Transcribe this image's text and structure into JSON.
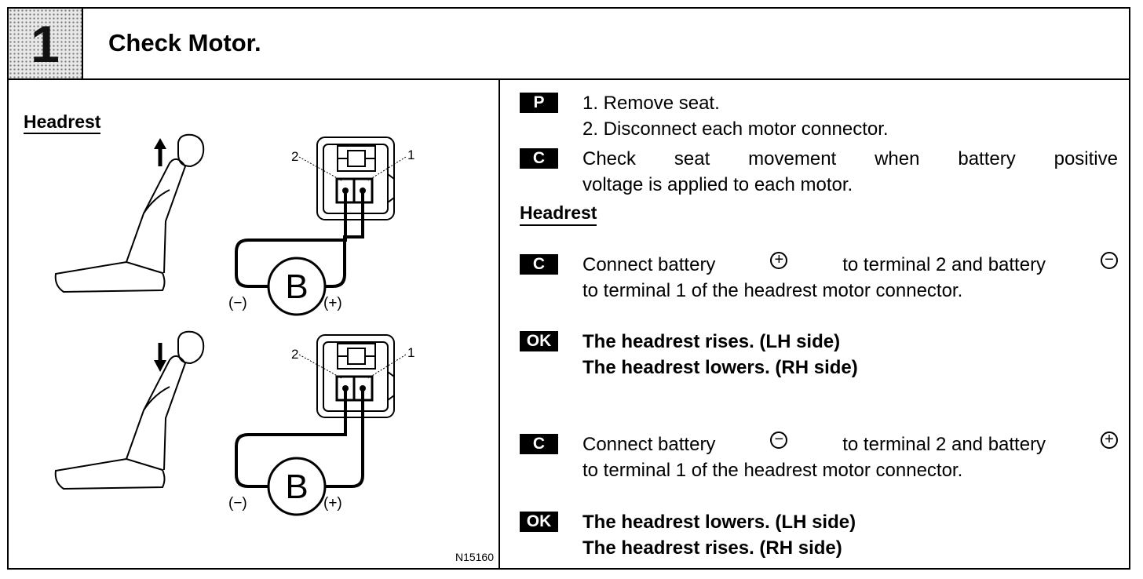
{
  "header": {
    "step_number": "1",
    "title": "Check Motor."
  },
  "figure": {
    "heading": "Headrest",
    "code": "N15160",
    "diagrams": [
      {
        "direction": "up",
        "terminal_left": "2",
        "terminal_right": "1",
        "battery": "B",
        "minus_label": "(−)",
        "plus_label": "(+)"
      },
      {
        "direction": "down",
        "terminal_left": "2",
        "terminal_right": "1",
        "battery": "B",
        "minus_label": "(−)",
        "plus_label": "(+)"
      }
    ]
  },
  "steps": {
    "p_badge": "P",
    "p_line1": "1.  Remove seat.",
    "p_line2": "2.  Disconnect each motor connector.",
    "c1_badge": "C",
    "c1_line1": "Check seat movement when battery positive",
    "c1_line2": "voltage is applied to each motor.",
    "section_heading": "Headrest",
    "c2_badge": "C",
    "c2_a": "Connect battery",
    "c2_sym1": "+",
    "c2_b": "to terminal 2 and battery",
    "c2_sym2": "−",
    "c2_line2": "to terminal 1 of the headrest motor connector.",
    "ok1_badge": "OK",
    "ok1_line1": "The headrest rises. (LH side)",
    "ok1_line2": "The headrest lowers. (RH side)",
    "c3_badge": "C",
    "c3_a": "Connect battery",
    "c3_sym1": "−",
    "c3_b": "to terminal 2 and battery",
    "c3_sym2": "+",
    "c3_line2": "to terminal 1 of the headrest motor connector.",
    "ok2_badge": "OK",
    "ok2_line1": "The headrest lowers. (LH side)",
    "ok2_line2": "The headrest rises. (RH side)"
  }
}
